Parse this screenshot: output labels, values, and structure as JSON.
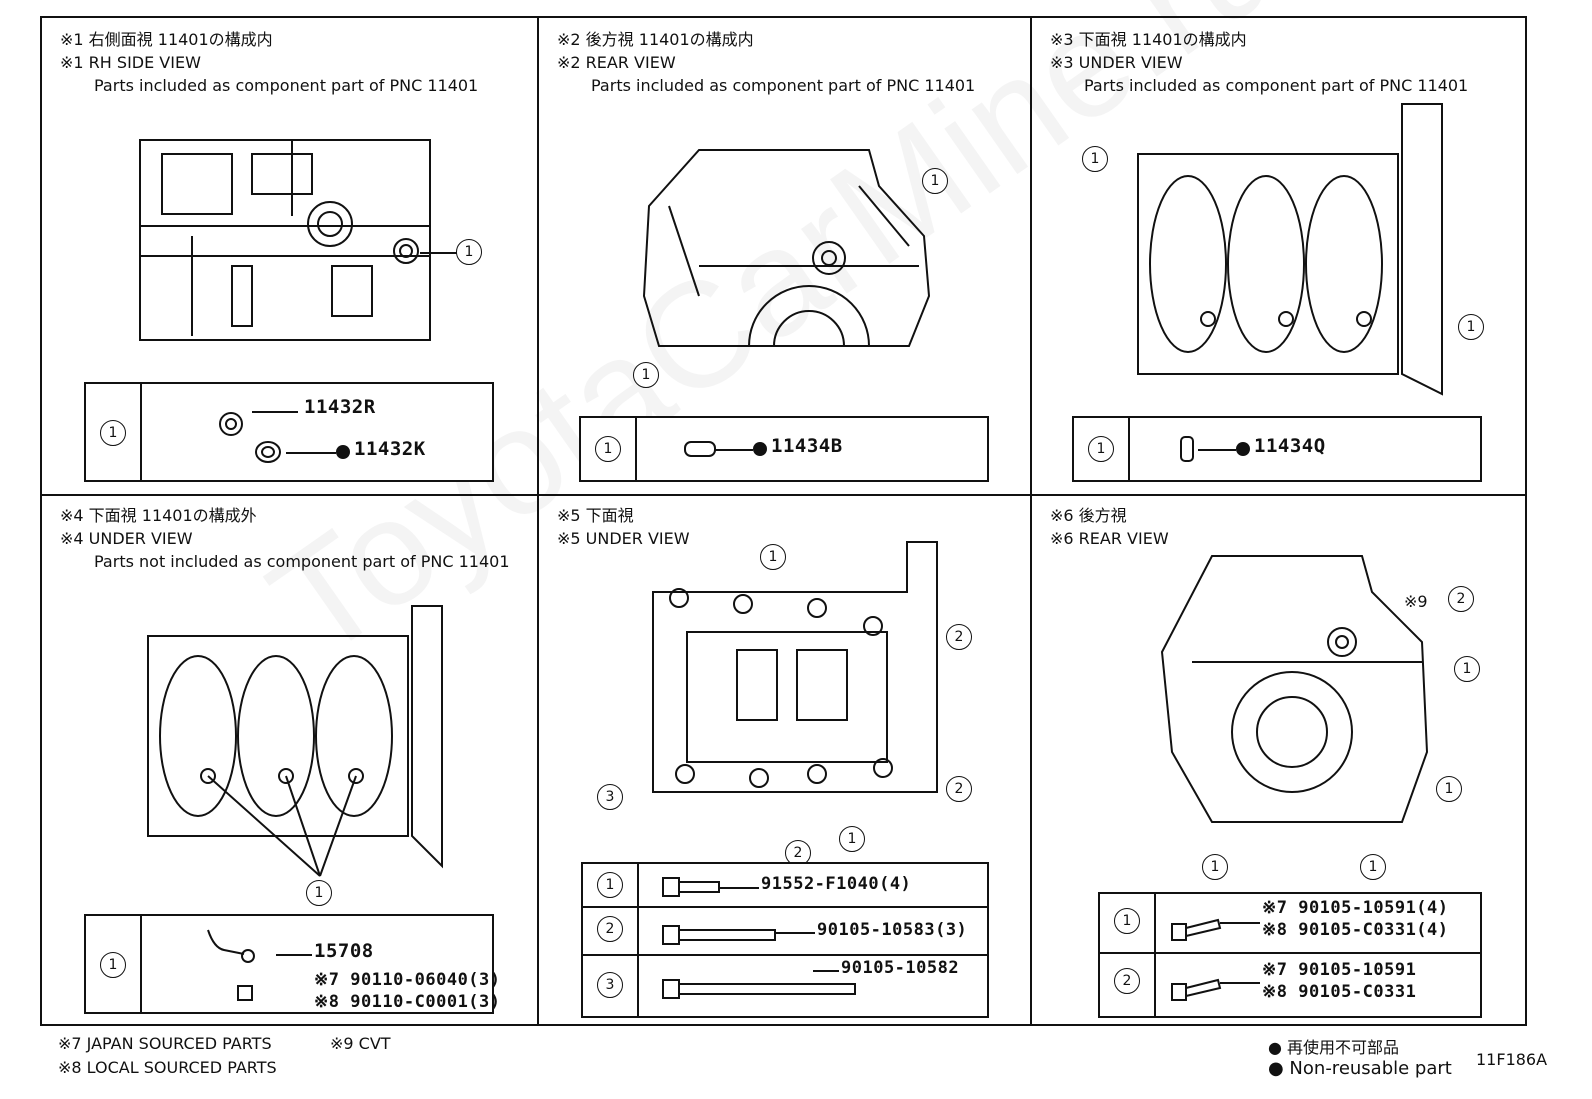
{
  "watermark": "ToyotaCarMine.ru",
  "panels": [
    {
      "ja": "※1 右側面視 11401の構成内",
      "en": "※1 RH SIDE VIEW",
      "note": "Parts included as component part of PNC 11401",
      "callouts": [
        "1"
      ],
      "rows": [
        {
          "num": "1",
          "part1": "11432R",
          "part2": "11432K"
        }
      ]
    },
    {
      "ja": "※2 後方視 11401の構成内",
      "en": "※2 REAR VIEW",
      "note": "Parts included as component part of PNC 11401",
      "callouts": [
        "1",
        "1"
      ],
      "rows": [
        {
          "num": "1",
          "part1": "11434B"
        }
      ]
    },
    {
      "ja": "※3 下面視 11401の構成内",
      "en": "※3 UNDER VIEW",
      "note": "Parts included as component part of PNC 11401",
      "callouts": [
        "1",
        "1"
      ],
      "rows": [
        {
          "num": "1",
          "part1": "11434Q"
        }
      ]
    },
    {
      "ja": "※4 下面視 11401の構成外",
      "en": "※4 UNDER VIEW",
      "note": "Parts not included as component part of PNC 11401",
      "callouts": [
        "1"
      ],
      "rows": [
        {
          "num": "1",
          "part1": "15708",
          "line2": "※7 90110-06040(3)",
          "line3": "※8 90110-C0001(3)"
        }
      ]
    },
    {
      "ja": "※5 下面視",
      "en": "※5 UNDER VIEW",
      "callouts": [
        "1",
        "2",
        "2",
        "3",
        "2",
        "1"
      ],
      "rows": [
        {
          "num": "1",
          "part1": "91552-F1040(4)"
        },
        {
          "num": "2",
          "part1": "90105-10583(3)"
        },
        {
          "num": "3",
          "part1": "90105-10582"
        }
      ]
    },
    {
      "ja": "※6 後方視",
      "en": "※6 REAR VIEW",
      "callouts": [
        "2",
        "1",
        "1",
        "1",
        "1"
      ],
      "cvt_tag": "※9",
      "rows": [
        {
          "num": "1",
          "line1": "※7 90105-10591(4)",
          "line2": "※8 90105-C0331(4)"
        },
        {
          "num": "2",
          "line1": "※7 90105-10591",
          "line2": "※8 90105-C0331"
        }
      ]
    }
  ],
  "footer": {
    "n7": "※7 JAPAN SOURCED PARTS",
    "n9": "※9 CVT",
    "n8": "※8 LOCAL SOURCED PARTS",
    "nonreuse_ja": "● 再使用不可部品",
    "nonreuse_en": "● Non-reusable part",
    "code": "11F186A"
  }
}
